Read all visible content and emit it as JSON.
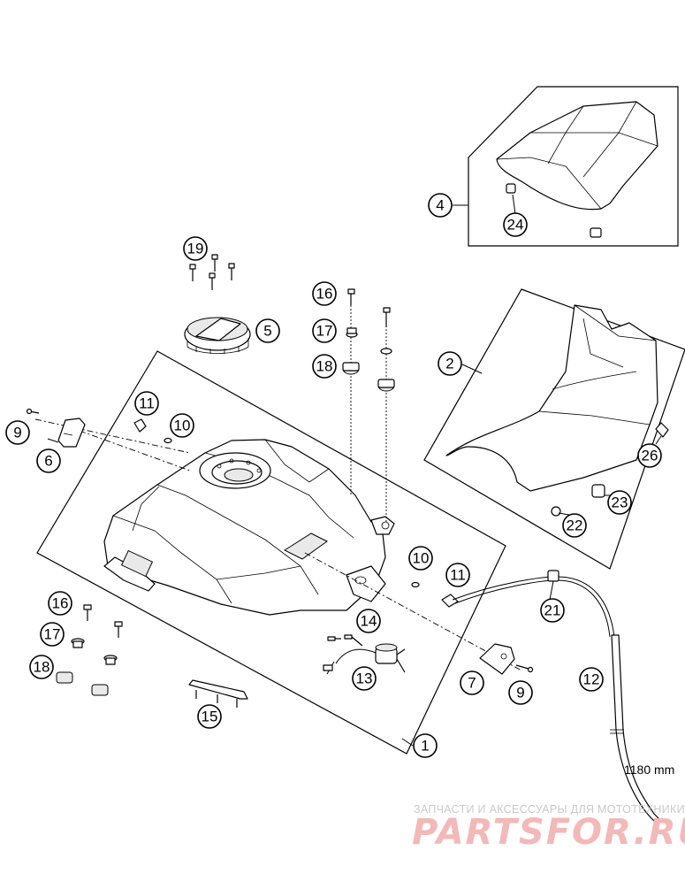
{
  "callouts": [
    {
      "id": "c1",
      "label": "1"
    },
    {
      "id": "c2",
      "label": "2"
    },
    {
      "id": "c4",
      "label": "4"
    },
    {
      "id": "c5",
      "label": "5"
    },
    {
      "id": "c6",
      "label": "6"
    },
    {
      "id": "c7",
      "label": "7"
    },
    {
      "id": "c9a",
      "label": "9"
    },
    {
      "id": "c9b",
      "label": "9"
    },
    {
      "id": "c10a",
      "label": "10"
    },
    {
      "id": "c10b",
      "label": "10"
    },
    {
      "id": "c11a",
      "label": "11"
    },
    {
      "id": "c11b",
      "label": "11"
    },
    {
      "id": "c12",
      "label": "12"
    },
    {
      "id": "c13",
      "label": "13"
    },
    {
      "id": "c14",
      "label": "14"
    },
    {
      "id": "c15",
      "label": "15"
    },
    {
      "id": "c16a",
      "label": "16"
    },
    {
      "id": "c16b",
      "label": "16"
    },
    {
      "id": "c17a",
      "label": "17"
    },
    {
      "id": "c17b",
      "label": "17"
    },
    {
      "id": "c18a",
      "label": "18"
    },
    {
      "id": "c18b",
      "label": "18"
    },
    {
      "id": "c19",
      "label": "19"
    },
    {
      "id": "c21",
      "label": "21"
    },
    {
      "id": "c22",
      "label": "22"
    },
    {
      "id": "c23",
      "label": "23"
    },
    {
      "id": "c24",
      "label": "24"
    },
    {
      "id": "c26",
      "label": "26"
    }
  ],
  "dimension": {
    "hose_length": "1180 mm"
  },
  "watermark": {
    "tagline": "ЗАПЧАСТИ И АКСЕССУАРЫ ДЛЯ МОТОТЕХНИКИ",
    "logo": "PARTSFOR.RU"
  }
}
